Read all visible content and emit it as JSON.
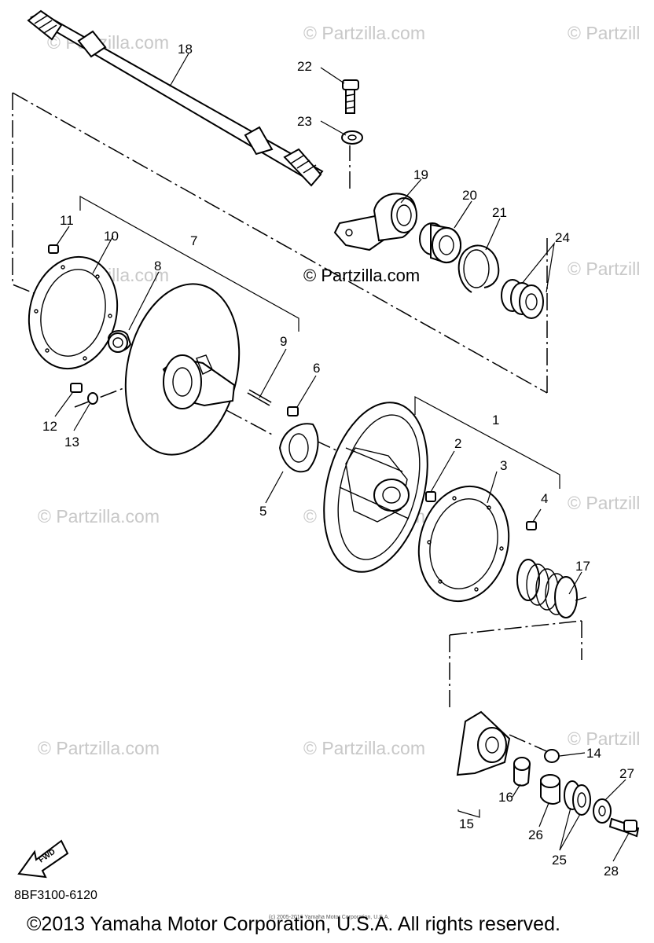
{
  "watermark": "© Partzilla.com",
  "watermark_clipped": "© Partzill",
  "fwd_label": "FWD",
  "doc_code": "8BF3100-6120",
  "copyright": "©2013 Yamaha Motor Corporation, U.S.A. All rights reserved.",
  "tiny_copyright": "(c) 2005-2016 Yamaha Motor Corporation, U.S.A.",
  "callouts": [
    "1",
    "2",
    "3",
    "4",
    "5",
    "6",
    "7",
    "8",
    "9",
    "10",
    "11",
    "12",
    "13",
    "14",
    "15",
    "16",
    "17",
    "18",
    "19",
    "20",
    "21",
    "22",
    "23",
    "24",
    "25",
    "26",
    "27",
    "28"
  ]
}
